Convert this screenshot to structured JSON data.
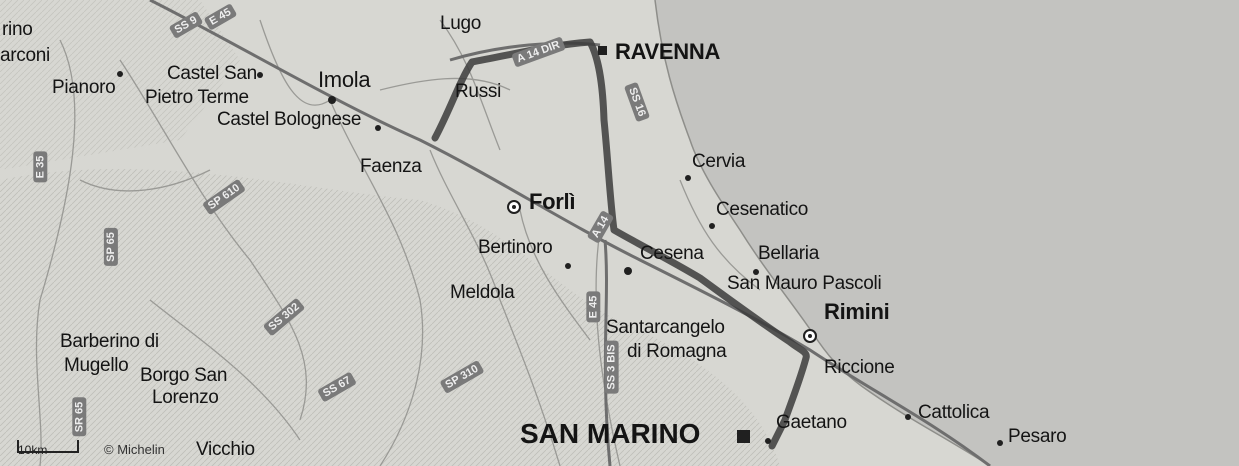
{
  "map": {
    "labels": {
      "rino": "rino",
      "arconi": "arconi",
      "pianoro": "Pianoro",
      "lugo": "Lugo",
      "ravenna": "RAVENNA",
      "castel_san_1": "Castel San",
      "castel_san_2": "Pietro Terme",
      "imola": "Imola",
      "russi": "Russi",
      "castel_bolognese": "Castel Bolognese",
      "faenza": "Faenza",
      "cervia": "Cervia",
      "forli": "Forlì",
      "cesenatico": "Cesenatico",
      "bertinoro": "Bertinoro",
      "cesena": "Cesena",
      "bellaria": "Bellaria",
      "san_mauro": "San Mauro Pascoli",
      "meldola": "Meldola",
      "rimini": "Rimini",
      "santarcangelo_1": "Santarcangelo",
      "santarcangelo_2": "di Romagna",
      "barberino_1": "Barberino di",
      "barberino_2": "Mugello",
      "borgo_1": "Borgo San",
      "borgo_2": "Lorenzo",
      "riccione": "Riccione",
      "cattolica": "Cattolica",
      "pesaro": "Pesaro",
      "san_marino": "SAN MARINO",
      "cattolica_partial": "Gaetano",
      "vicchio": "Vicchio"
    },
    "road_shields": [
      "E 45",
      "SS 9",
      "A 14 DIR",
      "SS 16",
      "SP 610",
      "A 14",
      "SS 302",
      "SS 67",
      "SP 310",
      "E 45",
      "SS 3 BIS",
      "E 35",
      "SP 65",
      "SR 65"
    ],
    "scale_label": "10km",
    "credit": "© Michelin",
    "colors": {
      "land": "#cfcfc9",
      "sea": "#c2c2bf",
      "route": "#3c3c3c",
      "motorway": "#6e6e6e"
    }
  }
}
